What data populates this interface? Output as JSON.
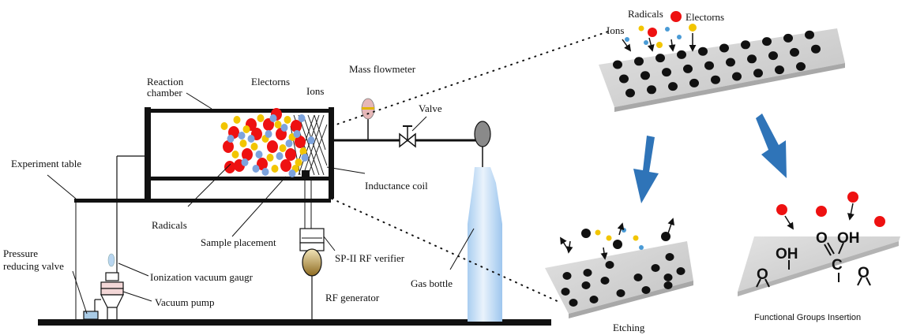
{
  "colors": {
    "radical": "#ee1111",
    "electron": "#f2c500",
    "ion": "#7da3dd",
    "ion_small": "#4a9bd6",
    "surface": "#d4d4d4",
    "arrow": "#2f74b8",
    "gas": "#b8d6f2",
    "rf": "#9c7a2e"
  },
  "apparatus": {
    "reaction_chamber_line1": "Reaction",
    "reaction_chamber_line2": "chamber",
    "electrons": "Electorns",
    "ions": "Ions",
    "mass_flowmeter": "Mass flowmeter",
    "valve": "Valve",
    "experiment_table": "Experiment table",
    "inductance_coil": "Inductance coil",
    "radicals": "Radicals",
    "sample_placement": "Sample placement",
    "rf_verifier": "SP-II RF verifier",
    "rf_generator": "RF generator",
    "gas_bottle": "Gas bottle",
    "pressure_valve_line1": "Pressure",
    "pressure_valve_line2": "reducing valve",
    "ionization_gauge": "Ionization vacuum gaugr",
    "vacuum_pump": "Vacuum pump"
  },
  "surface_top": {
    "radicals": "Radicals",
    "electrons": "Electorns",
    "ions": "Ions"
  },
  "etching": {
    "caption": "Etching"
  },
  "functional": {
    "caption": "Functional Groups Insertion",
    "oh_left": "OH",
    "o_double": "O",
    "oh_right": "OH",
    "carbon": "C",
    "o_left": "O",
    "o_right": "O"
  }
}
